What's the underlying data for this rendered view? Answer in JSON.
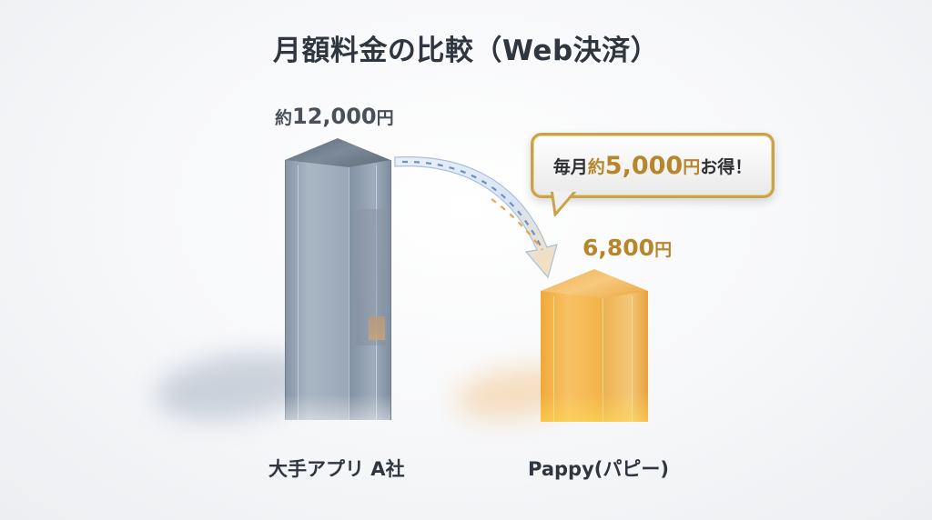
{
  "title": "月額料金の比較（Web決済）",
  "bars": [
    {
      "category": "大手アプリ A社",
      "value_label_prefix": "約",
      "value_label_number": "12,000",
      "value_label_unit": "円",
      "color": "#8e9cad"
    },
    {
      "category": "Pappy(パピー)",
      "value_label_number": "6,800",
      "value_label_unit": "円",
      "color": "#f2b040"
    }
  ],
  "callout": {
    "part1": "毎月",
    "part2": "約",
    "part3": "5,000",
    "part4": "円",
    "part5": "お得！",
    "border_color": "#c9a24a",
    "accent_color": "#b8862a"
  },
  "chart_data": {
    "type": "bar",
    "title": "月額料金の比較（Web決済）",
    "categories": [
      "大手アプリ A社",
      "Pappy(パピー)"
    ],
    "values": [
      12000,
      6800
    ],
    "value_labels": [
      "約12,000円",
      "6,800円"
    ],
    "annotations": [
      "毎月約5,000円お得！"
    ],
    "xlabel": "",
    "ylabel": "",
    "grid": false,
    "legend": null
  }
}
